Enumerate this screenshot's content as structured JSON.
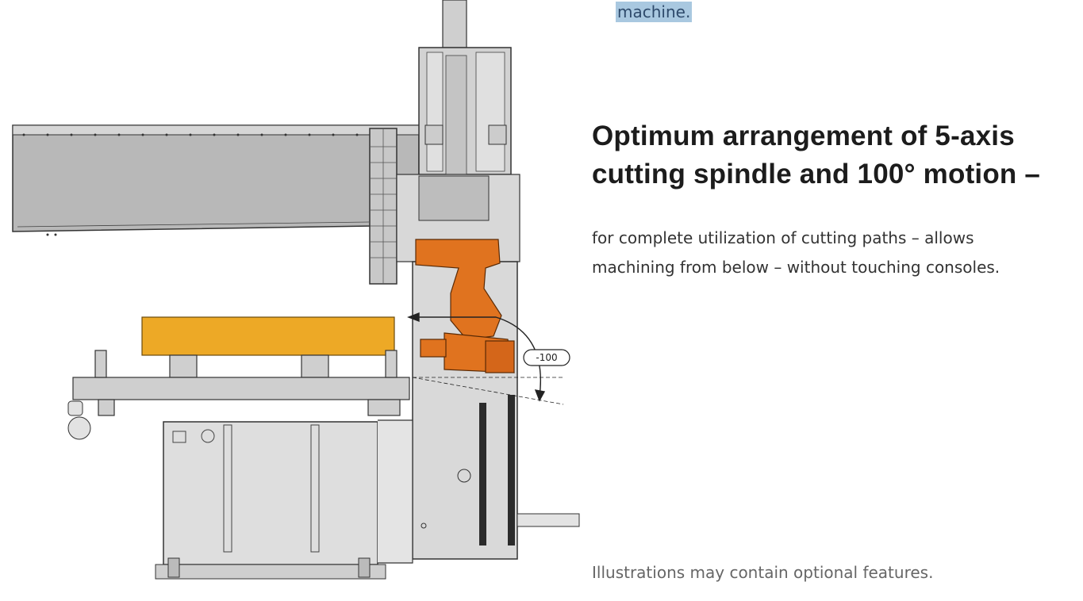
{
  "previous_text": "machine.",
  "heading": {
    "line1": "Optimum arrangement of 5-axis",
    "line2": "cutting spindle and 100° motion –"
  },
  "body": {
    "line1": "for complete utilization of cutting paths – allows",
    "line2": "machining from below – without touching consoles."
  },
  "footnote": "Illustrations may contain optional features.",
  "drawing": {
    "angle_label": "-100"
  },
  "colors": {
    "spindle_orange": "#e0731f",
    "workpiece_yellow": "#eda926",
    "frame_gray": "#cfcfcf",
    "beam_gray": "#b5b5b5"
  }
}
